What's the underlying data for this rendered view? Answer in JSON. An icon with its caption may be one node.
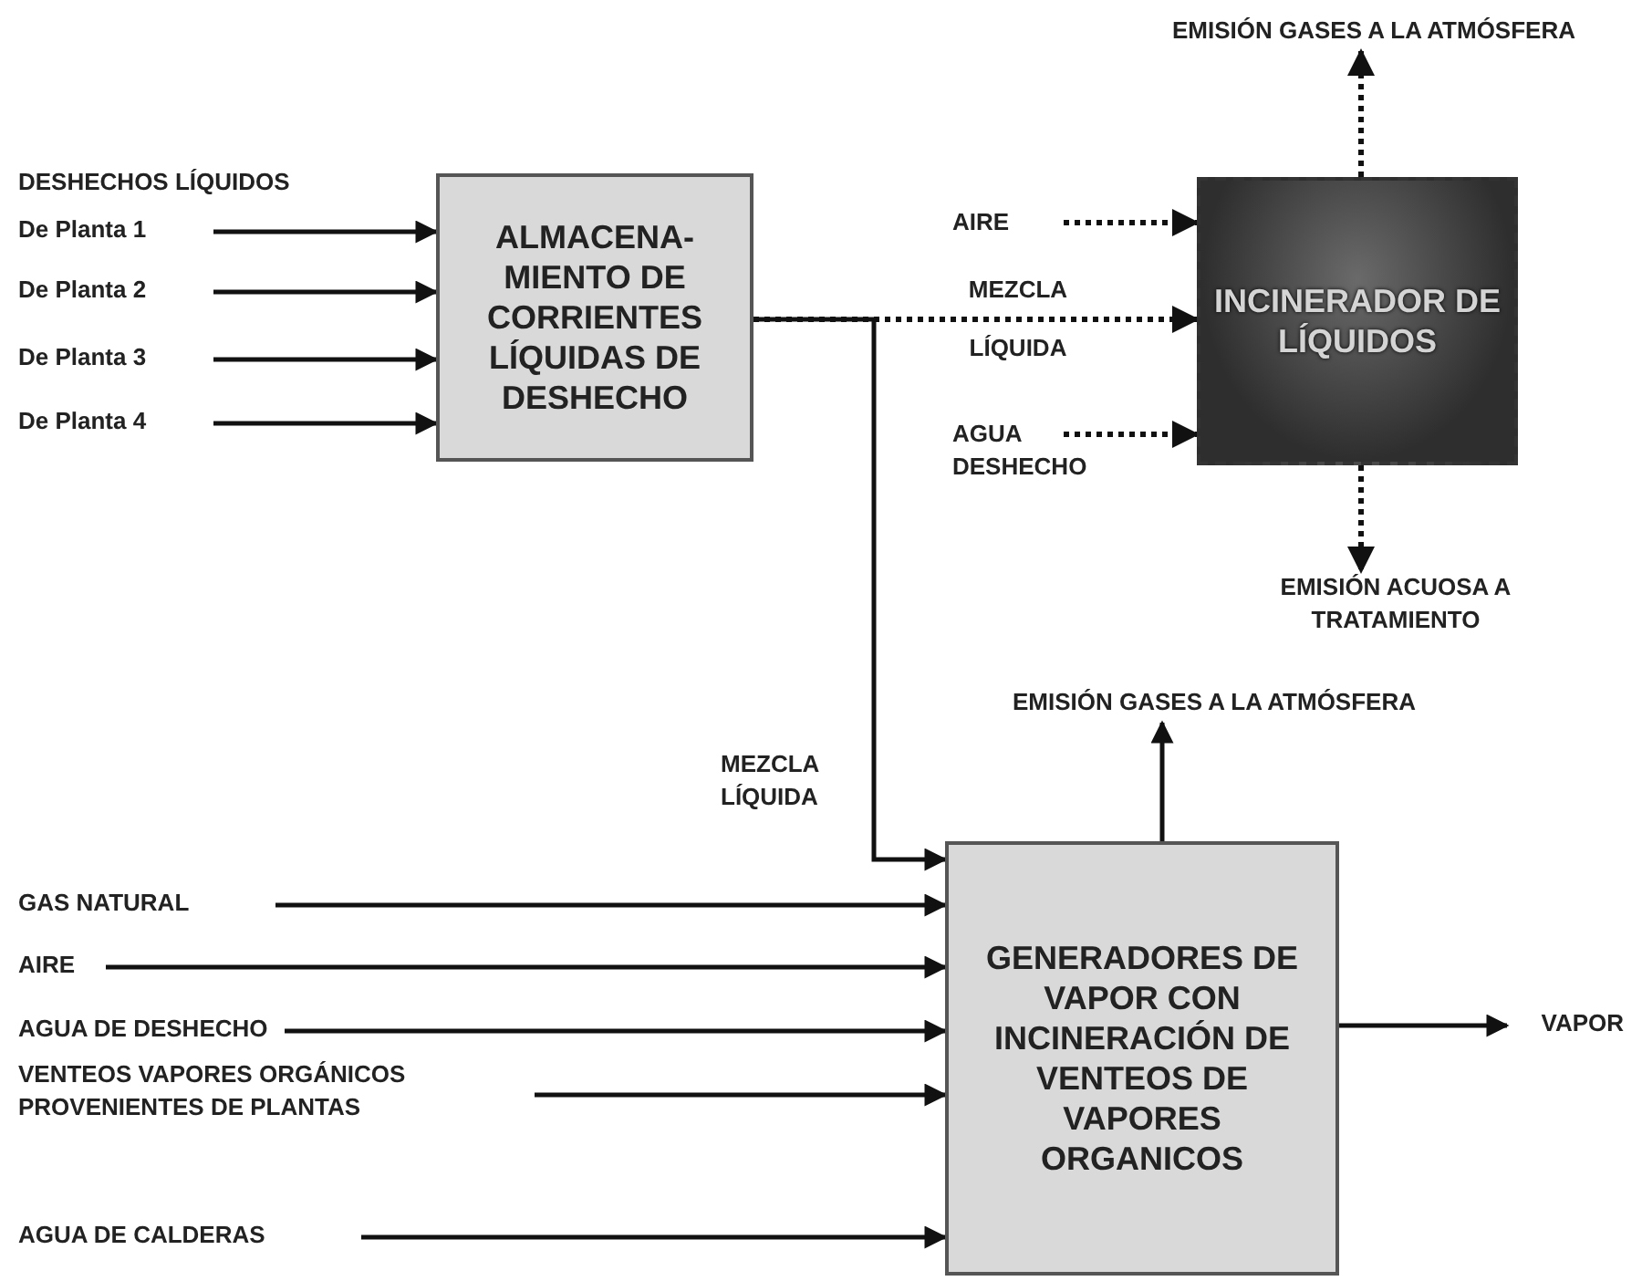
{
  "diagram": {
    "nodes": [
      {
        "text": [
          "EMISIÓN GASES A LA ATMÓSFERA"
        ]
      },
      {
        "text": [
          "ALMACENA- MIENTO DE CORRIENTES LÍQUIDAS DE DESHECHO"
        ]
      },
      {
        "text": [
          "De Planta 1"
        ]
      },
      {
        "text": [
          "De Planta 2"
        ]
      },
      {
        "text": [
          "De Planta 3"
        ]
      },
      {
        "text": [
          "De Planta 4"
        ]
      },
      {
        "text": [
          "AIRE"
        ]
      },
      {
        "text": [
          "INCINERADOR DE LÍQUIDOS"
        ]
      },
      {
        "text": [
          "AGUA DESHECHO"
        ]
      },
      {
        "text": [
          "EMISIÓN ACUOSA A TRATAMIENTO"
        ]
      },
      {
        "text": [
          "EMISIÓN GASES A LA ATMÓSFERA"
        ]
      },
      {
        "text": [
          "GAS NATURAL"
        ]
      },
      {
        "text": [
          "AIRE"
        ]
      },
      {
        "text": [
          "AGUA DE DESHECHO"
        ]
      },
      {
        "text": [
          "VENTEOS VAPORES ORGÁNICOS PROVENIENTES DE PLANTAS"
        ]
      },
      {
        "text": [
          "AGUA DE CALDERAS"
        ]
      },
      {
        "text": [
          "GENERADORES DE VAPOR CON INCINERACIÓN DE VENTEOS DE VAPORES ORGANICOS"
        ]
      },
      {
        "text": [
          "VAPOR"
        ]
      }
    ],
    "edges": [
      {
        "from": 2,
        "to": 1,
        "arrow": "to"
      },
      {
        "from": 3,
        "to": 1,
        "arrow": "to"
      },
      {
        "from": 4,
        "to": 1,
        "arrow": "to"
      },
      {
        "from": 5,
        "to": 1,
        "arrow": "to"
      },
      {
        "from": 6,
        "to": 7,
        "arrow": "to",
        "style": "dashed"
      },
      {
        "from": 1,
        "to": 7,
        "arrow": "to",
        "style": "dashed",
        "label": "MEZCLA LÍQUIDA"
      },
      {
        "from": 8,
        "to": 7,
        "arrow": "to",
        "style": "dashed"
      },
      {
        "from": 7,
        "to": 0,
        "arrow": "to",
        "style": "dashed"
      },
      {
        "from": 7,
        "to": 9,
        "arrow": "to",
        "style": "dashed"
      },
      {
        "from": 1,
        "to": 16,
        "arrow": "to",
        "label": "MEZCLA LÍQUIDA"
      },
      {
        "from": 16,
        "to": 10,
        "arrow": "to"
      },
      {
        "from": 11,
        "to": 16,
        "arrow": "to"
      },
      {
        "from": 12,
        "to": 16,
        "arrow": "to"
      },
      {
        "from": 13,
        "to": 16,
        "arrow": "to"
      },
      {
        "from": 14,
        "to": 16,
        "arrow": "to"
      },
      {
        "from": 15,
        "to": 16,
        "arrow": "to"
      },
      {
        "from": 16,
        "to": 17,
        "arrow": "to"
      }
    ],
    "labels": [
      "DESHECHOS LÍQUIDOS"
    ]
  }
}
